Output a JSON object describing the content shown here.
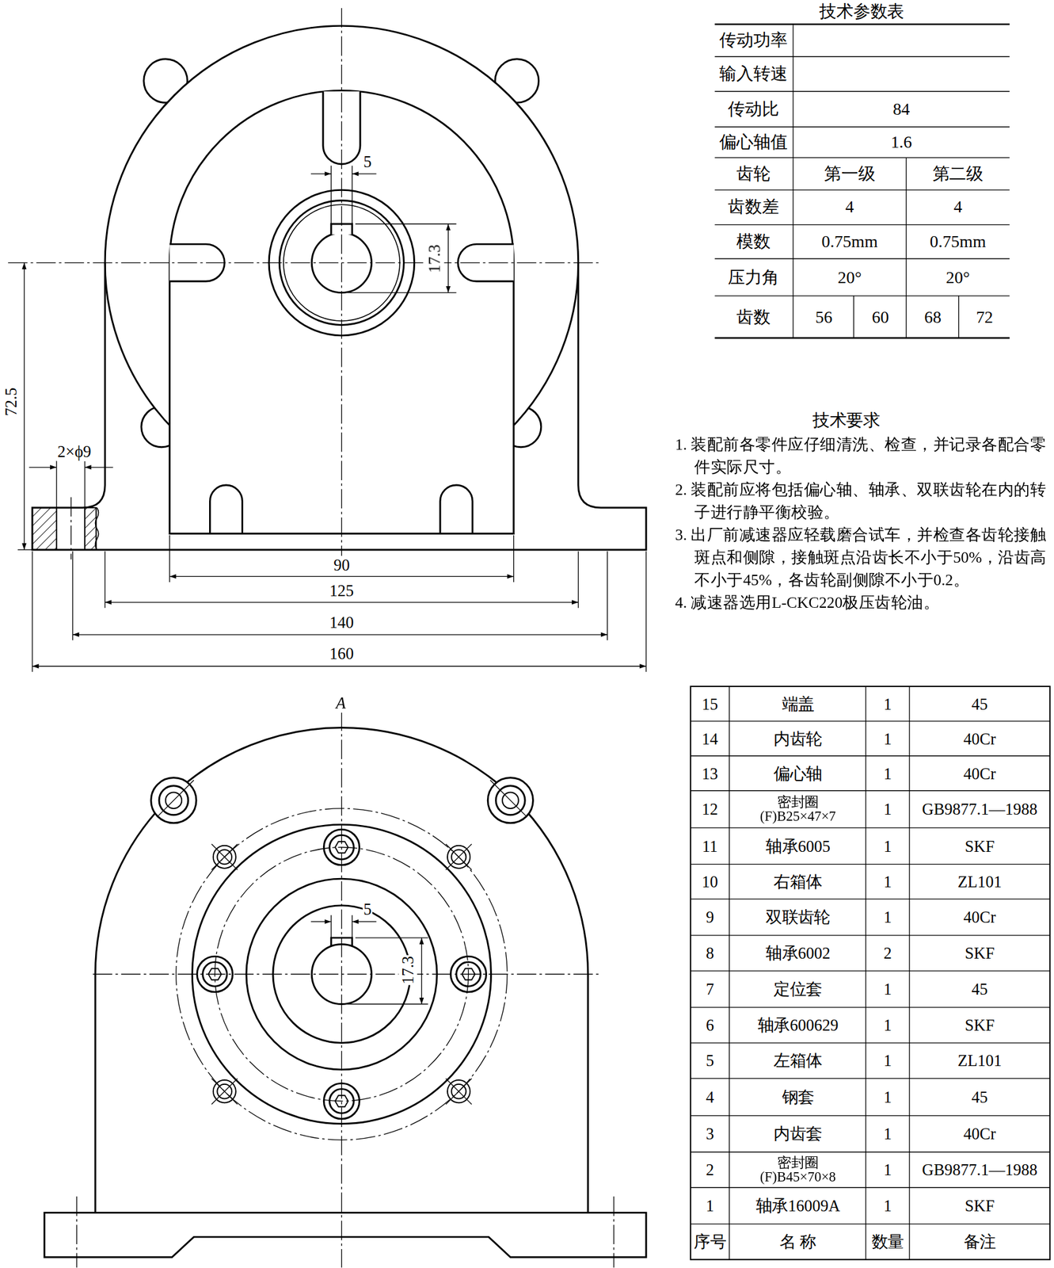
{
  "diagram": {
    "labels": [
      "5",
      "17.3",
      "72.5",
      "2×ϕ9",
      "90",
      "125",
      "140",
      "160",
      "技术参数表",
      "传动功率",
      "输入转速",
      "传动比",
      "84",
      "偏心轴值",
      "1.6",
      "齿轮",
      "第一级",
      "第二级",
      "齿数差",
      "4",
      "4",
      "模数",
      "0.75mm",
      "0.75mm",
      "压力角",
      "20°",
      "20°",
      "齿数",
      "56",
      "60",
      "68",
      "72",
      "技术要求",
      "1. 装配前各零件应仔细清洗、检查，并记录各配合零件实际尺寸。",
      "2. 装配前应将包括偏心轴、轴承、双联齿轮在内的转子进行静平衡校验。",
      "3. 出厂前减速器应轻载磨合试车，并检查各齿轮接触斑点和侧隙，接触斑点沿齿长不小于50%，沿齿高不小于45%，各齿轮副侧隙不小于0.2。",
      "4. 减速器选用L-CKC220极压齿轮油。",
      "A",
      "5",
      "17.3",
      "15",
      "端盖",
      "1",
      "45",
      "14",
      "内齿轮",
      "1",
      "40Cr",
      "13",
      "偏心轴",
      "1",
      "40Cr",
      "12",
      "密封圈 (F)B25×47×7",
      "1",
      "GB9877.1—1988",
      "11",
      "轴承6005",
      "1",
      "SKF",
      "10",
      "右箱体",
      "1",
      "ZL101",
      "9",
      "双联齿轮",
      "1",
      "40Cr",
      "8",
      "轴承6002",
      "2",
      "SKF",
      "7",
      "定位套",
      "1",
      "45",
      "6",
      "轴承600629",
      "1",
      "SKF",
      "5",
      "左箱体",
      "1",
      "ZL101",
      "4",
      "钢套",
      "1",
      "45",
      "3",
      "内齿套",
      "1",
      "40Cr",
      "2",
      "密封圈 (F)B45×70×8",
      "1",
      "GB9877.1—1988",
      "1",
      "轴承16009A",
      "1",
      "SKF",
      "序号",
      "名 称",
      "数量",
      "备注"
    ]
  }
}
